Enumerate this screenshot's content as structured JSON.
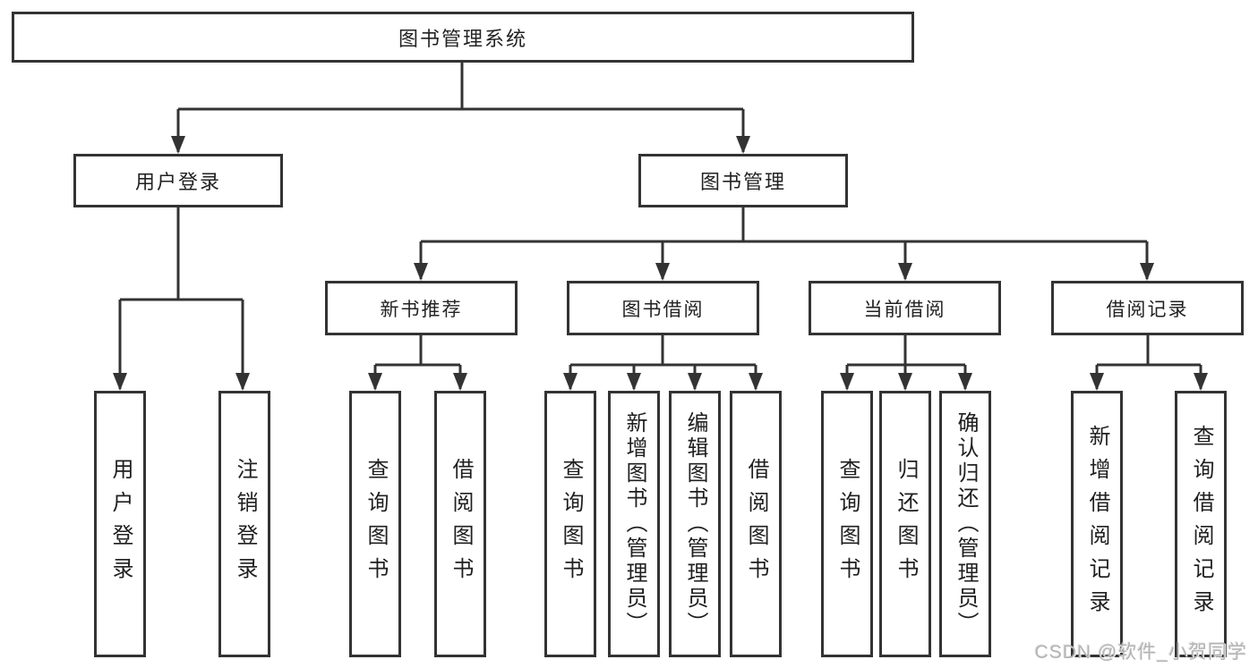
{
  "diagram": {
    "root": {
      "label": "图书管理系统"
    },
    "branches": [
      {
        "label": "用户登录",
        "children": [
          {
            "label": "用户登录"
          },
          {
            "label": "注销登录"
          }
        ]
      },
      {
        "label": "图书管理",
        "children": [
          {
            "label": "新书推荐",
            "children": [
              {
                "label": "查询图书"
              },
              {
                "label": "借阅图书"
              }
            ]
          },
          {
            "label": "图书借阅",
            "children": [
              {
                "label": "查询图书"
              },
              {
                "label": "新增图书（管理员）"
              },
              {
                "label": "编辑图书（管理员）"
              },
              {
                "label": "借阅图书"
              }
            ]
          },
          {
            "label": "当前借阅",
            "children": [
              {
                "label": "查询图书"
              },
              {
                "label": "归还图书"
              },
              {
                "label": "确认归还（管理员）"
              }
            ]
          },
          {
            "label": "借阅记录",
            "children": [
              {
                "label": "新增借阅记录"
              },
              {
                "label": "查询借阅记录"
              }
            ]
          }
        ]
      }
    ]
  },
  "watermark": {
    "text": "CSDN @软件_小贺同学"
  },
  "colors": {
    "line": "#333333",
    "box_border": "#333333",
    "box_fill": "#ffffff",
    "background": "#ffffff",
    "text": "#1f1f1f",
    "watermark": "#b3b3b3"
  }
}
